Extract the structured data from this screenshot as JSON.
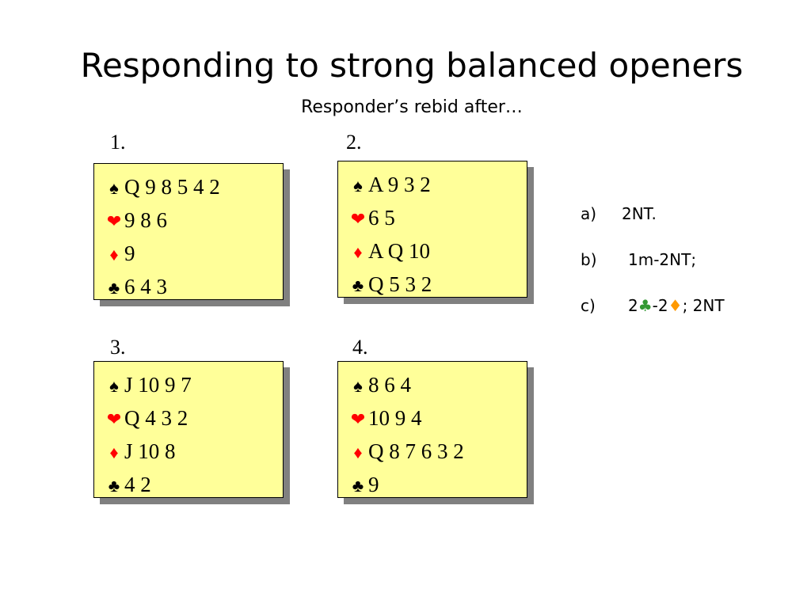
{
  "title": "Responding to strong balanced openers",
  "subtitle": "Responder’s rebid after…",
  "suits": {
    "spade": "♠",
    "heart": "❤",
    "diamond": "♦",
    "club": "♣"
  },
  "hands": [
    {
      "number": "1.",
      "spades": "Q 9 8 5 4 2",
      "hearts": "9 8 6",
      "diamonds": "9",
      "clubs": "6 4 3"
    },
    {
      "number": "2.",
      "spades": "A 9 3 2",
      "hearts": "6 5",
      "diamonds": "A Q 10",
      "clubs": "Q 5 3 2"
    },
    {
      "number": "3.",
      "spades": "J 10 9 7",
      "hearts": "Q 4 3 2",
      "diamonds": "J 10 8",
      "clubs": "4 2"
    },
    {
      "number": "4.",
      "spades": "8 6 4",
      "hearts": "10 9 4",
      "diamonds": "Q 8 7 6 3 2",
      "clubs": "9"
    }
  ],
  "options": {
    "a": {
      "letter": "a)",
      "text": "2NT."
    },
    "b": {
      "letter": "b)",
      "text": "1m-2NT;"
    },
    "c": {
      "letter": "c)",
      "pre": "2",
      "mid": "-2",
      "post": "; 2NT"
    }
  },
  "colors": {
    "box_fill": "#ffff99",
    "shadow": "#808080",
    "heart": "#ff0000",
    "diamond": "#ff0000",
    "club_option": "#339933",
    "diamond_option": "#ff9900"
  }
}
